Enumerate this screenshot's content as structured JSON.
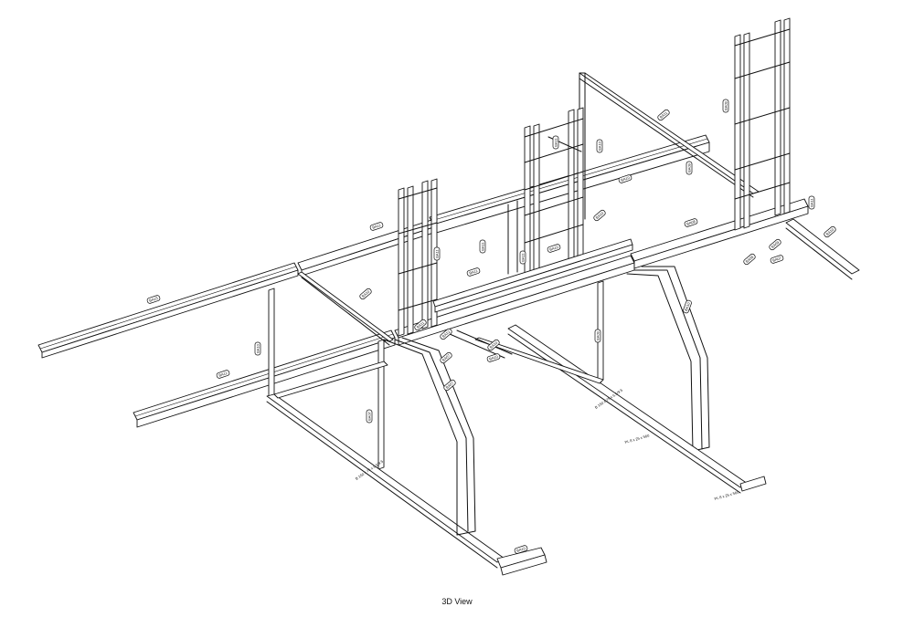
{
  "view": {
    "caption": "3D View",
    "colors": {
      "line": "#111111",
      "background": "#ffffff"
    }
  },
  "tags": [
    "BA15",
    "BA11",
    "BA11",
    "BA10",
    "BA10",
    "BA11",
    "BA11",
    "BA11",
    "BA11",
    "BA10",
    "BA10",
    "BA10",
    "BA11",
    "BA09",
    "BA09",
    "BA08",
    "BA11",
    "BA10",
    "BA09",
    "BA08",
    "BA07",
    "BA11",
    "BA12",
    "BA10",
    "BA10",
    "BA07",
    "BA07",
    "BA07",
    "BA09",
    "BA10",
    "BA11",
    "BA10",
    "BA10"
  ],
  "plate_labels": [
    "PL 8 x 25 x 560",
    "PL 8 x 25 x 560"
  ],
  "beam_labels": [
    "B 150 x 75 x 6.5/9.5",
    "B 150 x 75 x 6.5/9.5"
  ]
}
